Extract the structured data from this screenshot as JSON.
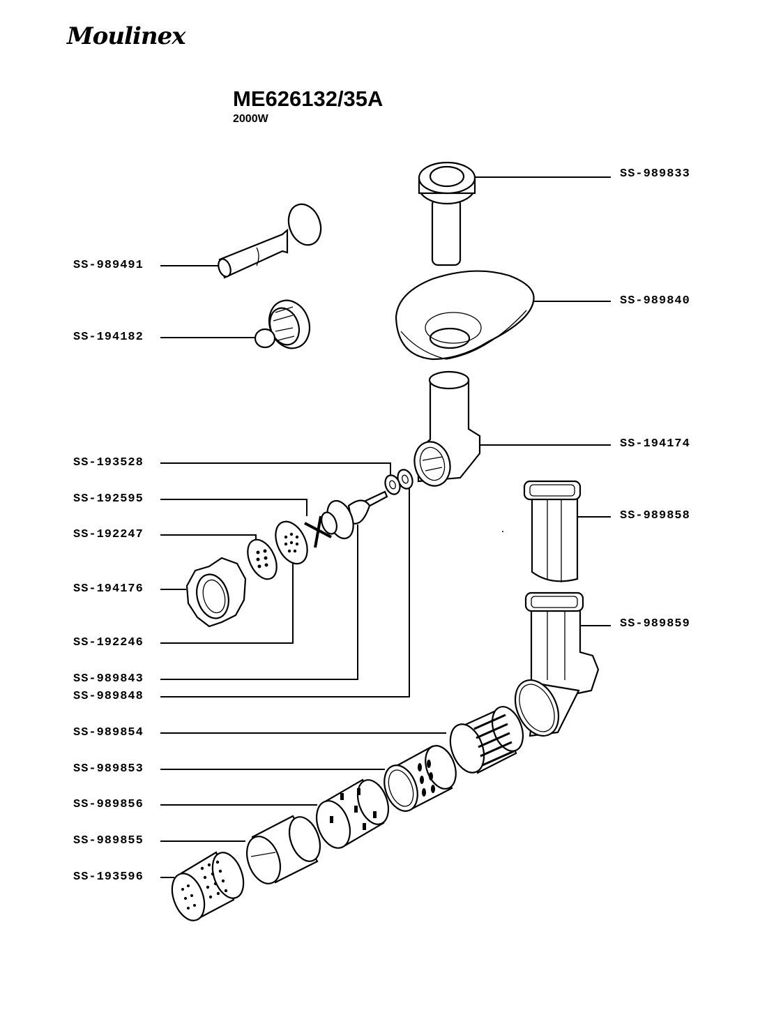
{
  "header": {
    "brand": "Moulinex",
    "model": "ME626132/35A",
    "power": "2000W"
  },
  "parts_left": [
    {
      "code": "SS-989491",
      "part": "sausage-funnel"
    },
    {
      "code": "SS-194182",
      "part": "kebbe-cone"
    },
    {
      "code": "SS-193528",
      "part": "washer"
    },
    {
      "code": "SS-192595",
      "part": "cutting-blade"
    },
    {
      "code": "SS-192247",
      "part": "medium-grid"
    },
    {
      "code": "SS-194176",
      "part": "locking-nut"
    },
    {
      "code": "SS-192246",
      "part": "fine-grid"
    },
    {
      "code": "SS-989843",
      "part": "feed-screw"
    },
    {
      "code": "SS-989848",
      "part": "ring"
    },
    {
      "code": "SS-989854",
      "part": "fine-grater-drum"
    },
    {
      "code": "SS-989853",
      "part": "coarse-grater-drum"
    },
    {
      "code": "SS-989856",
      "part": "slicer-drum"
    },
    {
      "code": "SS-989855",
      "part": "cone-drum"
    },
    {
      "code": "SS-193596",
      "part": "grating-drum"
    }
  ],
  "parts_right": [
    {
      "code": "SS-989833",
      "part": "pusher"
    },
    {
      "code": "SS-989840",
      "part": "feed-tray"
    },
    {
      "code": "SS-194174",
      "part": "mincer-head"
    },
    {
      "code": "SS-989858",
      "part": "slicer-pusher"
    },
    {
      "code": "SS-989859",
      "part": "slicer-body"
    }
  ]
}
